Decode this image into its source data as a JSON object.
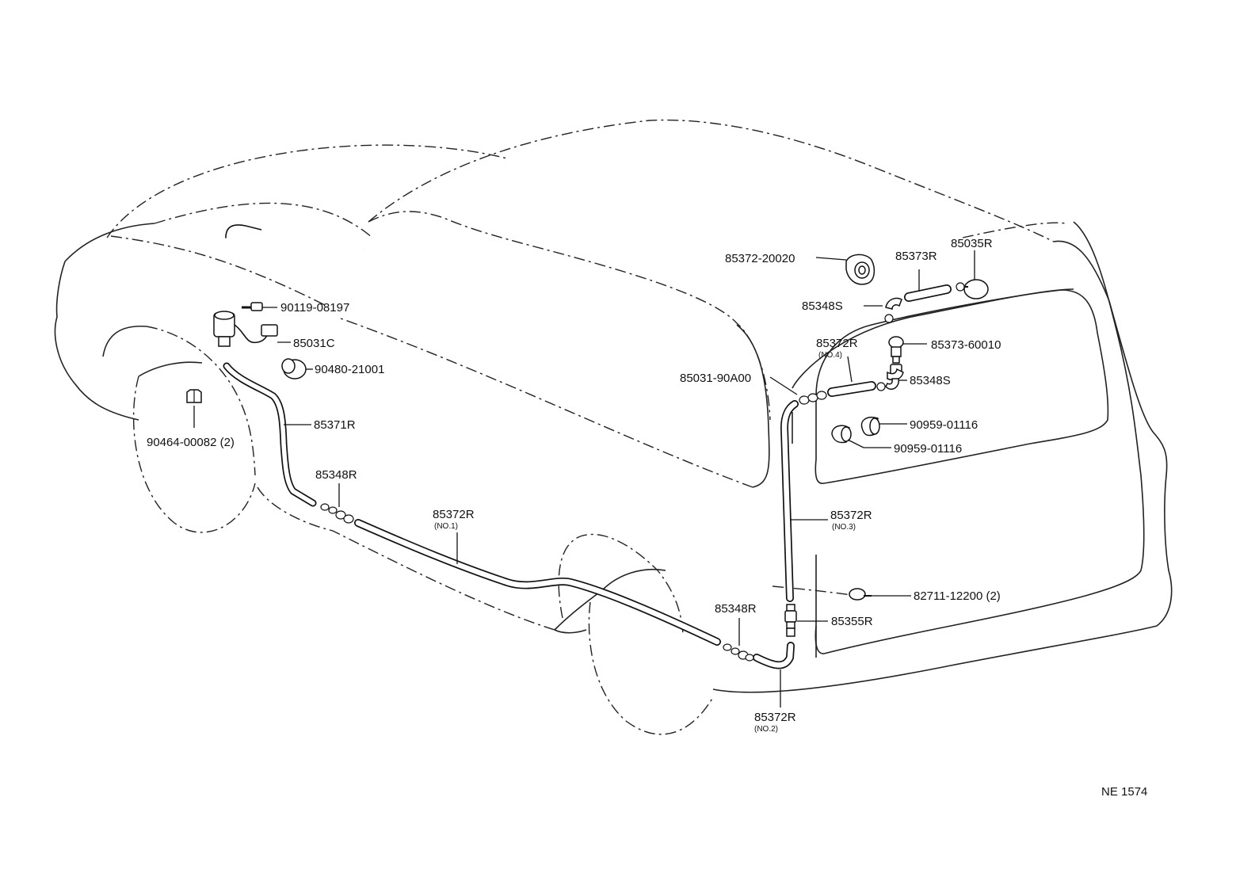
{
  "labels": {
    "p90119": "90119-08197",
    "p85031c": "85031C",
    "p90480": "90480-21001",
    "p90464": "90464-00082 (2)",
    "p85371r": "85371R",
    "p85348r_a": "85348R",
    "p85372r_no1": "85372R",
    "p85372r_no1_sub": "(NO.1)",
    "p85348r_b": "85348R",
    "p85372r_no2": "85372R",
    "p85372r_no2_sub": "(NO.2)",
    "p85355r": "85355R",
    "p82711": "82711-12200 (2)",
    "p85372r_no3": "85372R",
    "p85372r_no3_sub": "(NO.3)",
    "p85031_90a00": "85031-90A00",
    "p85372r_no4": "85372R",
    "p85372r_no4_sub": "(NO.4)",
    "p85373_60010": "85373-60010",
    "p85348s_a": "85348S",
    "p85348s_b": "85348S",
    "p90959_a": "90959-01116",
    "p90959_b": "90959-01116",
    "p85372_20020": "85372-20020",
    "p85373r": "85373R",
    "p85035r": "85035R"
  },
  "footer": {
    "code": "NE 1574"
  }
}
